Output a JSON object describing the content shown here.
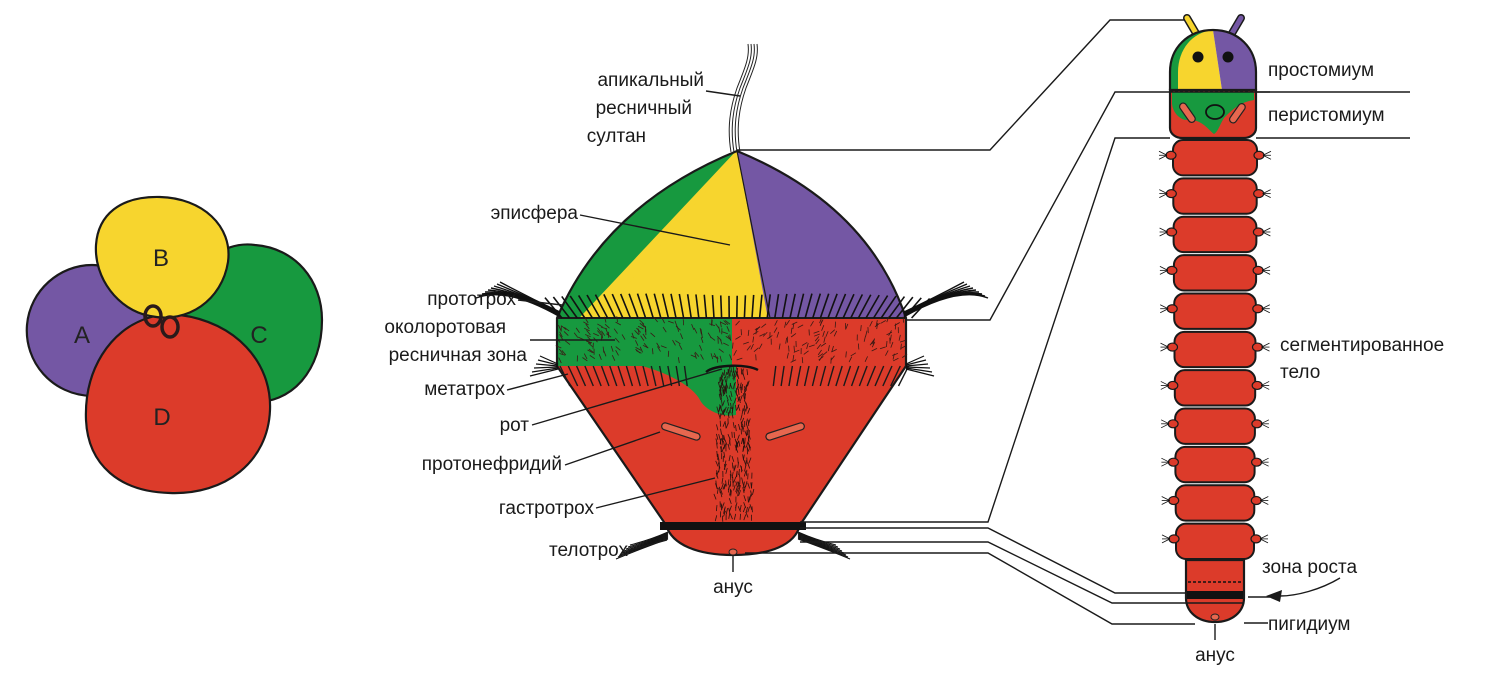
{
  "colors": {
    "A": "#7457a4",
    "B": "#f7d52e",
    "C": "#17993f",
    "D": "#dc3b2a",
    "outline": "#1a1a1a"
  },
  "embryo": {
    "cell_a": "A",
    "cell_b": "B",
    "cell_c": "C",
    "cell_d": "D"
  },
  "larva": {
    "apical_tuft": [
      "апикальный",
      "ресничный",
      "султан"
    ],
    "episphere": "эписфера",
    "prototroch": "прототрох",
    "oral_zone": [
      "околоротовая",
      "ресничная зона"
    ],
    "metatroch": "метатрох",
    "mouth": "рот",
    "protonephridium": "протонефридий",
    "gastrotroch": "гастротрох",
    "telotroch": "телотрох",
    "anus": "анус"
  },
  "worm": {
    "prostomium": "простомиум",
    "peristomium": "перистомиум",
    "segmented_body": [
      "сегментированное",
      "тело"
    ],
    "growth_zone": "зона роста",
    "pygidium": "пигидиум",
    "anus": "анус"
  }
}
